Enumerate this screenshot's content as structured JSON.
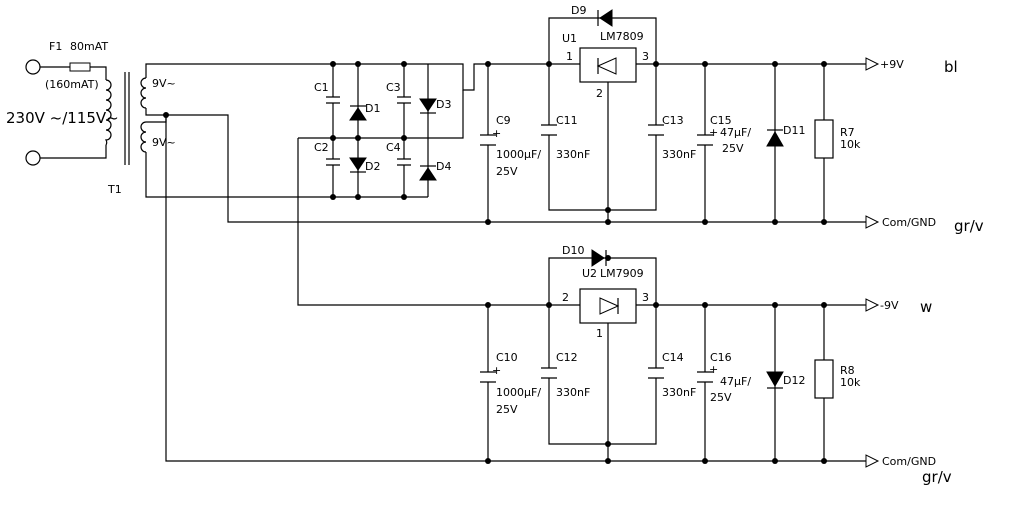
{
  "labels": {
    "f1": "F1",
    "f1_rating": "80mAT",
    "f1_alt": "(160mAT)",
    "mains": "230V ~/115V~",
    "t1": "T1",
    "sec1": "9V~",
    "sec2": "9V~",
    "c1": "C1",
    "c2": "C2",
    "c3": "C3",
    "c4": "C4",
    "d1": "D1",
    "d2": "D2",
    "d3": "D3",
    "d4": "D4",
    "c9": "C9",
    "c9_val": "1000µF/",
    "c9_v": "25V",
    "c10": "C10",
    "c10_val": "1000µF/",
    "c10_v": "25V",
    "c11": "C11",
    "c11_val": "330nF",
    "c12": "C12",
    "c12_val": "330nF",
    "c13": "C13",
    "c13_val": "330nF",
    "c14": "C14",
    "c14_val": "330nF",
    "c15": "C15",
    "c15_val": "47µF/",
    "c15_v": "25V",
    "c16": "C16",
    "c16_val": "47µF/",
    "c16_v": "25V",
    "d9": "D9",
    "d10": "D10",
    "d11": "D11",
    "d12": "D12",
    "u1": "U1",
    "u1_part": "LM7809",
    "u2": "U2",
    "u2_part": "LM7909",
    "u1_pin1": "1",
    "u1_pin2": "2",
    "u1_pin3": "3",
    "u2_pin1": "1",
    "u2_pin2": "2",
    "u2_pin3": "3",
    "r7": "R7",
    "r7_val": "10k",
    "r8": "R8",
    "r8_val": "10k",
    "out_pos": "+9V",
    "out_pos_color": "bl",
    "out_gnd1": "Com/GND",
    "out_gnd1_color": "gr/v",
    "out_neg": "-9V",
    "out_neg_color": "w",
    "out_gnd2": "Com/GND",
    "out_gnd2_color": "gr/v",
    "plus": "+"
  }
}
